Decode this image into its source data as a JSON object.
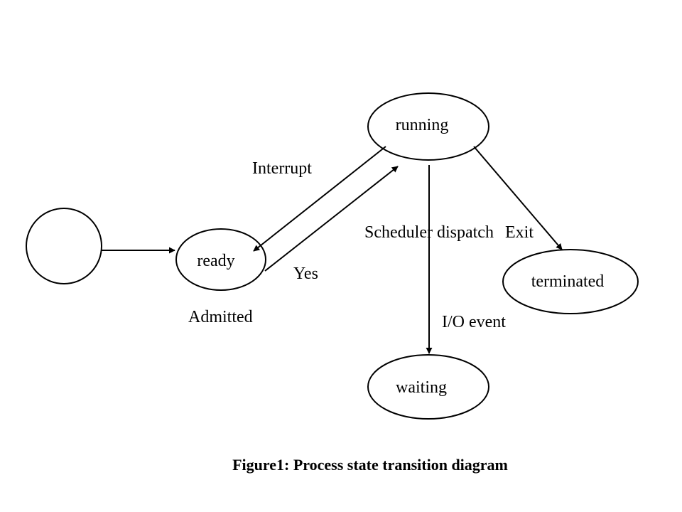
{
  "nodes": {
    "start": {
      "label": ""
    },
    "ready": {
      "label": "ready"
    },
    "running": {
      "label": "running"
    },
    "terminated": {
      "label": "terminated"
    },
    "waiting": {
      "label": "waiting"
    }
  },
  "edge_labels": {
    "admitted": "Admitted",
    "interrupt": "Interrupt",
    "yes": "Yes",
    "scheduler_dispatch": "Scheduler dispatch",
    "exit": "Exit",
    "io_event": "I/O event"
  },
  "caption": "Figure1: Process state transition diagram"
}
